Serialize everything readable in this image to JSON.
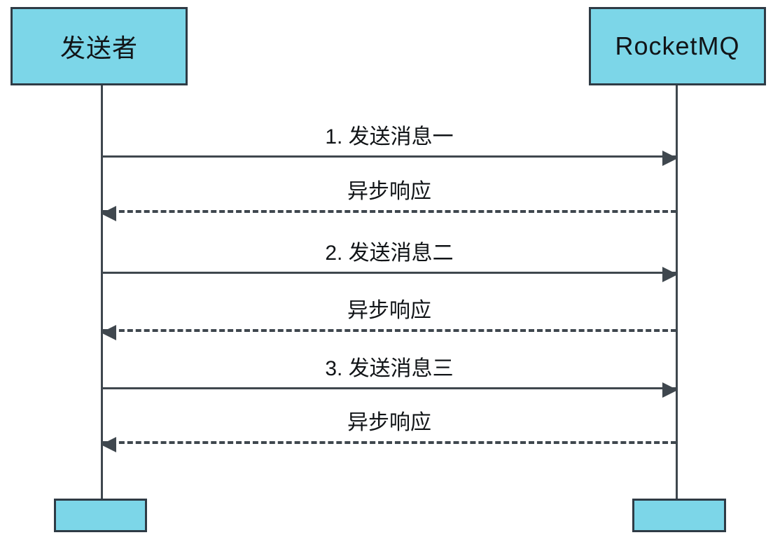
{
  "diagram": {
    "type": "sequence-diagram",
    "actors": [
      {
        "id": "sender",
        "name": "发送者"
      },
      {
        "id": "rocketmq",
        "name": "RocketMQ"
      }
    ],
    "messages": [
      {
        "label": "1. 发送消息一",
        "from": "发送者",
        "to": "RocketMQ",
        "style": "solid",
        "direction": "right"
      },
      {
        "label": "异步响应",
        "from": "RocketMQ",
        "to": "发送者",
        "style": "dashed",
        "direction": "left"
      },
      {
        "label": "2. 发送消息二",
        "from": "发送者",
        "to": "RocketMQ",
        "style": "solid",
        "direction": "right"
      },
      {
        "label": "异步响应",
        "from": "RocketMQ",
        "to": "发送者",
        "style": "dashed",
        "direction": "left"
      },
      {
        "label": "3. 发送消息三",
        "from": "发送者",
        "to": "RocketMQ",
        "style": "solid",
        "direction": "right"
      },
      {
        "label": "异步响应",
        "from": "RocketMQ",
        "to": "发送者",
        "style": "dashed",
        "direction": "left"
      }
    ],
    "colors": {
      "actor_fill": "#7cd6e8",
      "actor_border": "#2f3b45",
      "line": "#3f474e",
      "text": "#111417",
      "background": "#ffffff"
    }
  }
}
